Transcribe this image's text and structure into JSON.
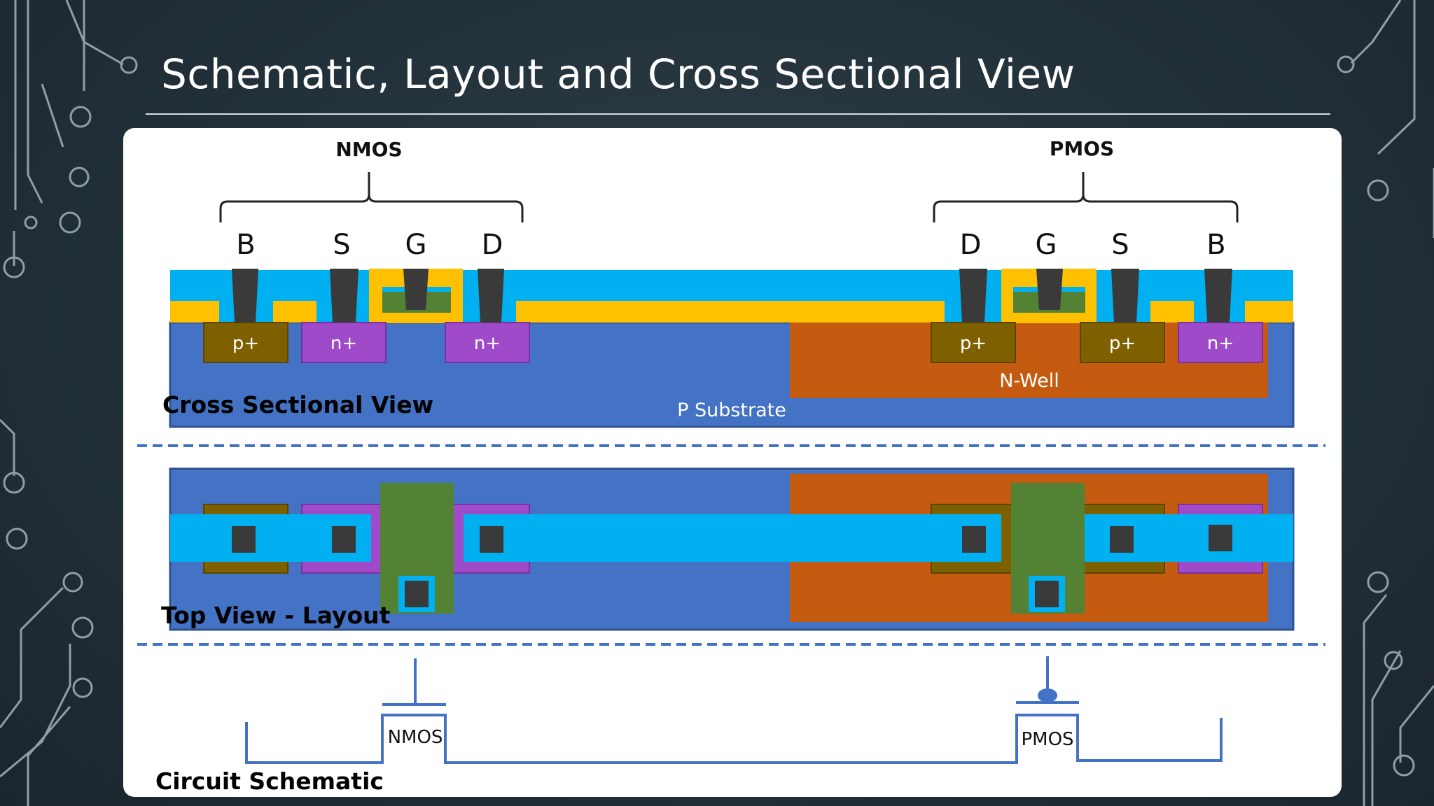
{
  "title": "Schematic, Layout and Cross Sectional View",
  "cross_section": {
    "groups": {
      "nmos": "NMOS",
      "pmos": "PMOS"
    },
    "nmos_terminals": {
      "b": "B",
      "s": "S",
      "g": "G",
      "d": "D"
    },
    "pmos_terminals": {
      "d": "D",
      "g": "G",
      "s": "S",
      "b": "B"
    },
    "doping": {
      "p_plus": "p+",
      "n_plus": "n+"
    },
    "substrate_label": "P Substrate",
    "well_label": "N-Well",
    "section_label": "Cross Sectional View"
  },
  "layout": {
    "section_label": "Top View - Layout"
  },
  "schematic": {
    "nmos_label": "NMOS",
    "pmos_label": "PMOS",
    "section_label": "Circuit Schematic"
  },
  "colors": {
    "background": "#22303a",
    "substrate": "#4472c4",
    "nwell": "#c55a11",
    "p_diffusion": "#7f6000",
    "n_diffusion": "#9e4ac9",
    "metal": "#00b0f0",
    "oxide": "#ffc000",
    "gate": "#548235",
    "contact": "#3a3a3a",
    "schematic_line": "#4472c4"
  }
}
